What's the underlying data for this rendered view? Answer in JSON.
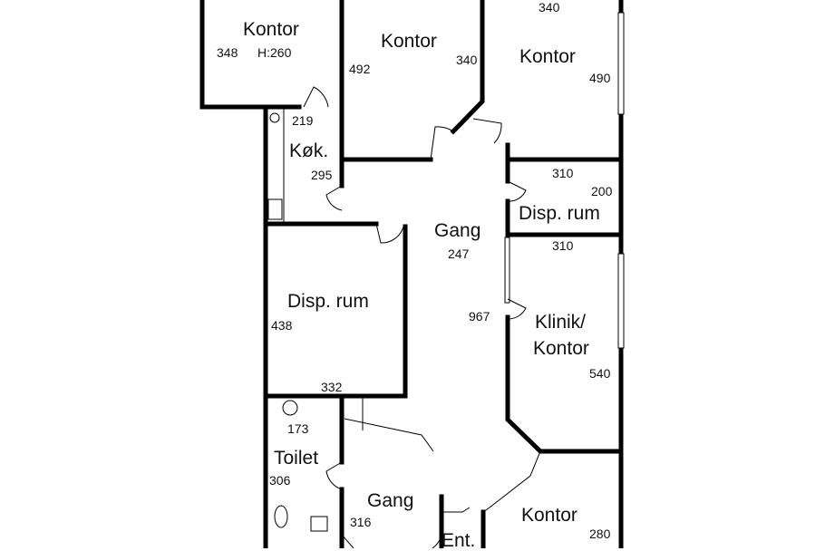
{
  "plan": {
    "rooms": [
      {
        "key": "kontor_1",
        "name": "Kontor",
        "dims": [
          "348",
          "H:260"
        ]
      },
      {
        "key": "kontor_2",
        "name": "Kontor",
        "dims": [
          "492",
          "340"
        ]
      },
      {
        "key": "kontor_3",
        "name": "Kontor",
        "dims": [
          "340",
          "490"
        ]
      },
      {
        "key": "kokken",
        "name": "Køk.",
        "dims": [
          "219",
          "295"
        ]
      },
      {
        "key": "disp_rum_right",
        "name": "Disp. rum",
        "dims": [
          "310",
          "200"
        ]
      },
      {
        "key": "gang_upper",
        "name": "Gang",
        "dims": [
          "247",
          "967"
        ]
      },
      {
        "key": "klinik",
        "name": "Klinik/\nKontor",
        "name_lines": [
          "Klinik/",
          "Kontor"
        ],
        "dims": [
          "310",
          "540"
        ]
      },
      {
        "key": "disp_rum_left",
        "name": "Disp. rum",
        "dims": [
          "438",
          "332"
        ]
      },
      {
        "key": "toilet",
        "name": "Toilet",
        "dims": [
          "173",
          "306"
        ]
      },
      {
        "key": "gang_lower",
        "name": "Gang",
        "dims": [
          "316"
        ]
      },
      {
        "key": "entre",
        "name": "Ent.",
        "dims": []
      },
      {
        "key": "kontor_4",
        "name": "Kontor",
        "dims": [
          "280"
        ]
      }
    ]
  },
  "labels": {
    "kontor_1_name": "Kontor",
    "kontor_1_w": "348",
    "kontor_1_h": "H:260",
    "kontor_2_name": "Kontor",
    "kontor_2_w": "492",
    "kontor_2_h": "340",
    "kontor_3_top": "340",
    "kontor_3_name": "Kontor",
    "kontor_3_h": "490",
    "kok_w": "219",
    "kok_name": "Køk.",
    "kok_h": "295",
    "disp_r_w": "310",
    "disp_r_h": "200",
    "disp_r_name": "Disp. rum",
    "gang_name": "Gang",
    "gang_w": "247",
    "gang_h": "967",
    "klinik_w": "310",
    "klinik_name_1": "Klinik/",
    "klinik_name_2": "Kontor",
    "klinik_h": "540",
    "disp_l_name": "Disp. rum",
    "disp_l_h": "438",
    "disp_l_w": "332",
    "toilet_w": "173",
    "toilet_name": "Toilet",
    "toilet_h": "306",
    "gang2_name": "Gang",
    "gang2_w": "316",
    "ent_name": "Ent.",
    "kontor_4_name": "Kontor",
    "kontor_4_w": "280"
  }
}
